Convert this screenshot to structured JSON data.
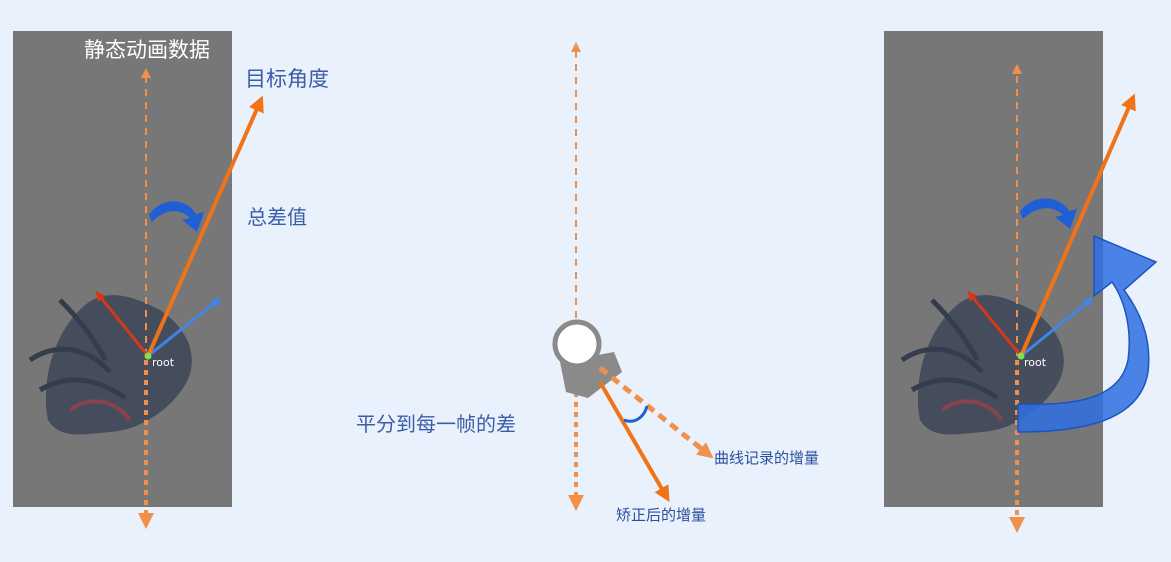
{
  "title": "静态动画数据",
  "labels": {
    "target_angle": "目标角度",
    "total_diff": "总差值",
    "split_per_frame": "平分到每一帧的差",
    "curve_increment": "曲线记录的增量",
    "corrected_increment": "矫正后的增量",
    "root": "root"
  },
  "colors": {
    "background": "#e9f1fc",
    "panel": "#777777",
    "orange": "#f07318",
    "dashed_orange": "#f0904a",
    "blue_arc": "#1f5fd6",
    "label_blue": "#3c5ea8",
    "joint_gray": "#8a8a8a"
  }
}
